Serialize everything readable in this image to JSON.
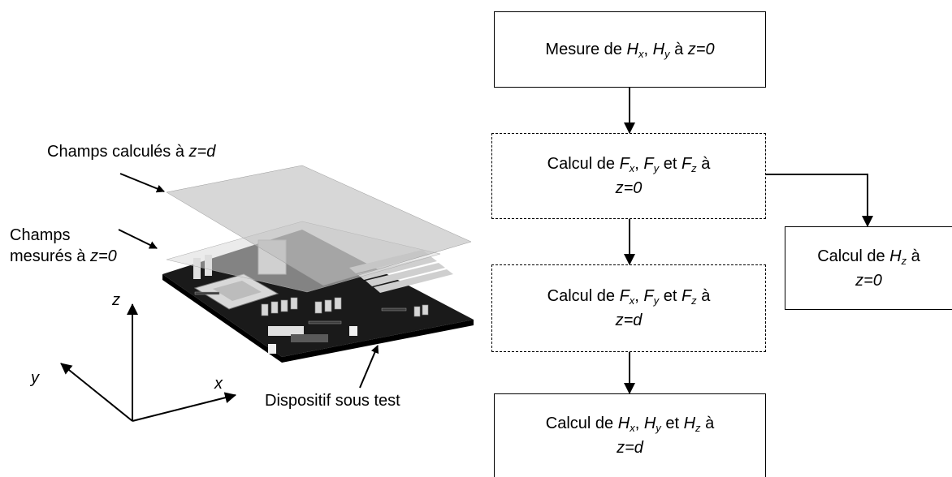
{
  "labels": {
    "calc_planes_text": "Champs calculés à ",
    "calc_planes_var": "z=d",
    "meas_planes_line1": "Champs",
    "meas_planes_text": "mesurés à ",
    "meas_planes_var": "z=0",
    "device": "Dispositif sous test",
    "axis_z": "z",
    "axis_y": "y",
    "axis_x": "x"
  },
  "flow": {
    "box1": {
      "p1": "Mesure de ",
      "H": "H",
      "x": "x",
      "sep": ", ",
      "H2": "H",
      "y": "y",
      "p2": " à ",
      "v": "z=0"
    },
    "box2": {
      "p1": "Calcul de ",
      "F1": "F",
      "x": "x",
      "sep1": ", ",
      "F2": "F",
      "y": "y",
      "sep2": " et ",
      "F3": "F",
      "z": "z",
      "p2": " à",
      "v": "z=0"
    },
    "box3": {
      "p1": "Calcul de ",
      "F1": "F",
      "x": "x",
      "sep1": ", ",
      "F2": "F",
      "y": "y",
      "sep2": " et ",
      "F3": "F",
      "z": "z",
      "p2": " à",
      "v": "z=d"
    },
    "box4": {
      "p1": "Calcul de ",
      "H1": "H",
      "x": "x",
      "sep1": ", ",
      "H2": "H",
      "y": "y",
      "sep2": " et ",
      "H3": "H",
      "z": "z",
      "p2": " à",
      "v": "z=d"
    },
    "side_box": {
      "p1": "Calcul de ",
      "H": "H",
      "z": "z",
      "p2": " à",
      "v": "z=0"
    }
  }
}
